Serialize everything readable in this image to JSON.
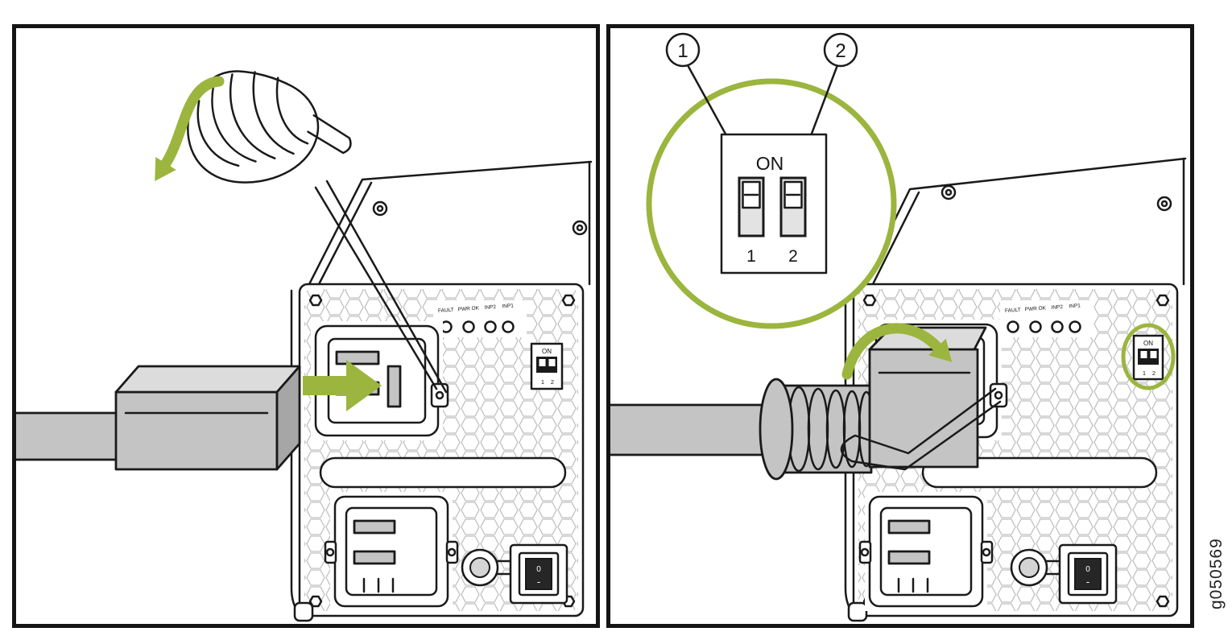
{
  "figure_id": "g050569",
  "colors": {
    "accent_green": "#9bb53e",
    "outline_black": "#1a1a1a",
    "cable_gray": "#c4c4c4",
    "mesh_gray": "#c0c0c0"
  },
  "panel_left": {
    "psu": {
      "led_labels": [
        "FAULT",
        "PWR OK",
        "INP2",
        "INP1"
      ],
      "dip": {
        "on_label": "ON",
        "switch_1": "1",
        "switch_2": "2"
      },
      "power_switch": {
        "off_label": "0",
        "on_label": "-"
      }
    }
  },
  "panel_right": {
    "callout": {
      "ref_1": "1",
      "ref_2": "2",
      "on_label": "ON",
      "switch_1": "1",
      "switch_2": "2"
    },
    "psu": {
      "led_labels": [
        "FAULT",
        "PWR OK",
        "INP2",
        "INP1"
      ],
      "dip": {
        "on_label": "ON",
        "switch_1": "1",
        "switch_2": "2"
      },
      "power_switch": {
        "off_label": "0",
        "on_label": "-"
      }
    }
  }
}
